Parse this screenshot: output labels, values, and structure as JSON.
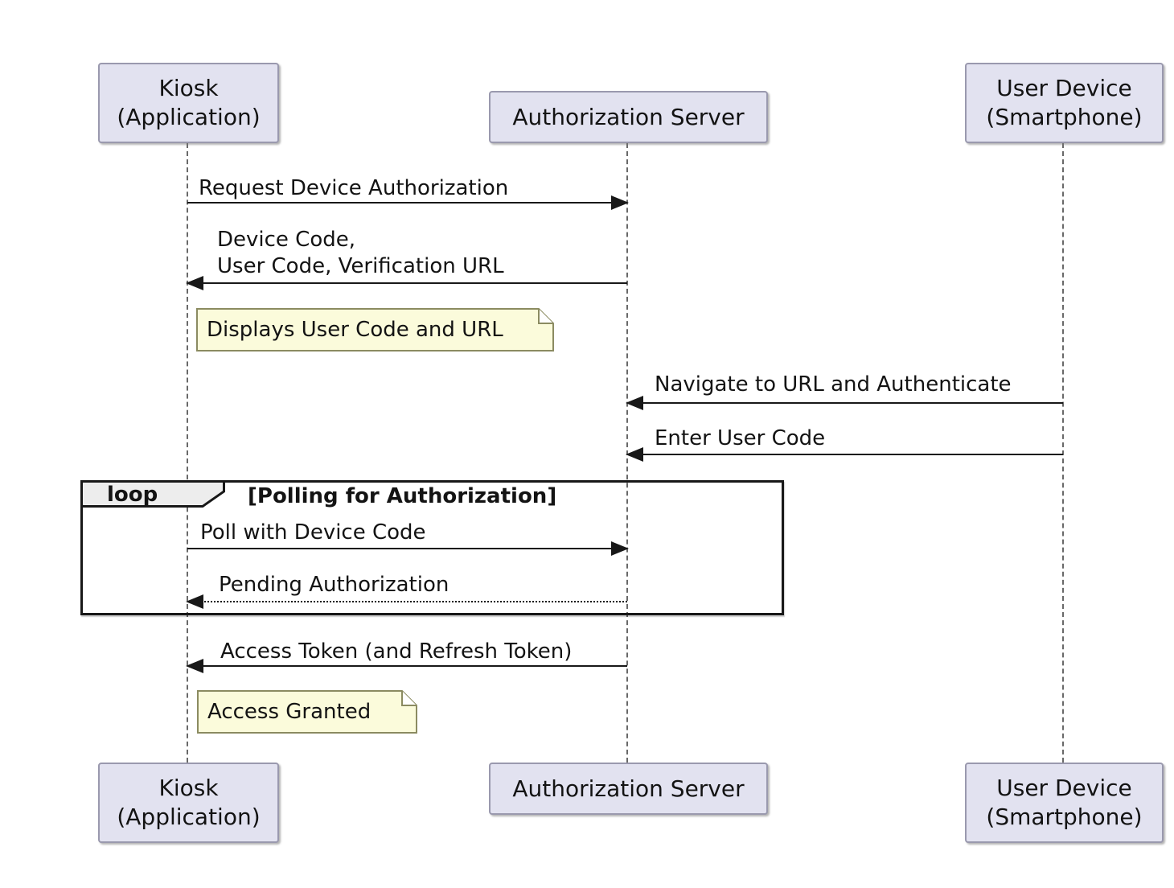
{
  "colors": {
    "participant_fill": "#E2E2F0",
    "participant_border": "#9A99AE",
    "note_fill": "#FBFBDB",
    "note_border": "#8B8B61",
    "line_color": "#181818",
    "lifeline_color": "#696969",
    "loop_border": "#181818",
    "loop_tab_fill": "#EDEDED",
    "text_color": "#131313",
    "background": "#FFFFFF"
  },
  "participants": [
    {
      "id": "kiosk",
      "line1": "Kiosk",
      "line2": "(Application)"
    },
    {
      "id": "auth-server",
      "line1": "Authorization Server"
    },
    {
      "id": "user-device",
      "line1": "User Device",
      "line2": "(Smartphone)"
    }
  ],
  "messages": [
    {
      "label": "Request Device Authorization",
      "from": "kiosk",
      "to": "auth-server",
      "style": "solid"
    },
    {
      "label": "Device Code,",
      "label2": "User Code, Verification URL",
      "from": "auth-server",
      "to": "kiosk",
      "style": "solid"
    },
    {
      "label": "Navigate to URL and Authenticate",
      "from": "user-device",
      "to": "auth-server",
      "style": "solid"
    },
    {
      "label": "Enter User Code",
      "from": "user-device",
      "to": "auth-server",
      "style": "solid"
    },
    {
      "label": "Poll with Device Code",
      "from": "kiosk",
      "to": "auth-server",
      "style": "solid"
    },
    {
      "label": "Pending Authorization",
      "from": "auth-server",
      "to": "kiosk",
      "style": "dotted"
    },
    {
      "label": "Access Token (and Refresh Token)",
      "from": "auth-server",
      "to": "kiosk",
      "style": "solid"
    }
  ],
  "loop": {
    "keyword": "loop",
    "condition": "[Polling for Authorization]"
  },
  "notes": [
    {
      "text": "Displays User Code and URL"
    },
    {
      "text": "Access Granted"
    }
  ]
}
